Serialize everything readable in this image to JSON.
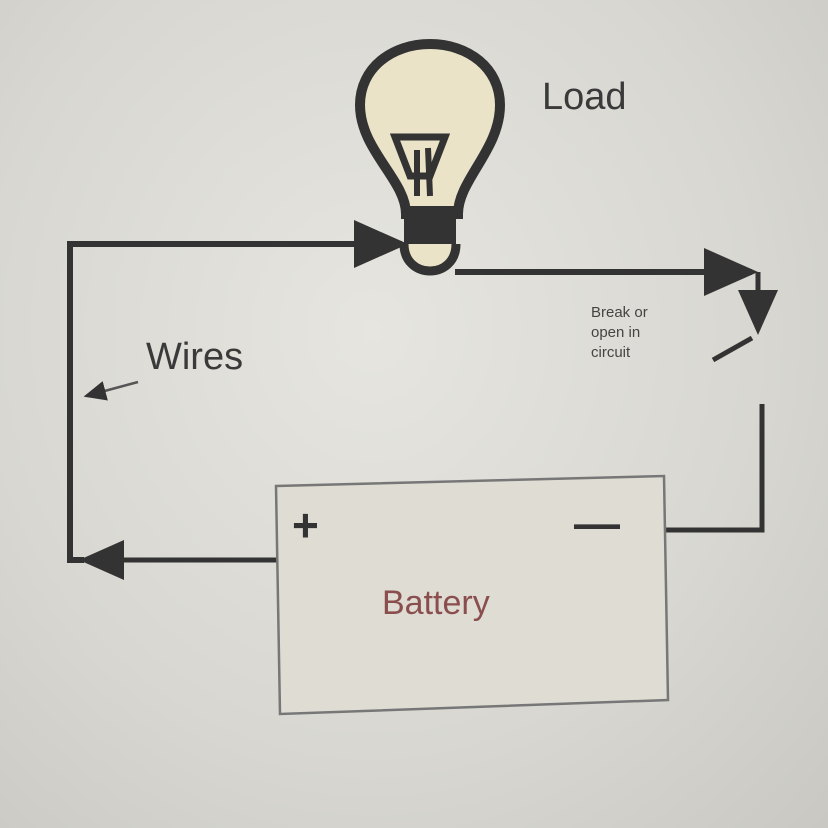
{
  "labels": {
    "load": "Load",
    "wires": "Wires",
    "break": [
      "Break or",
      "open in",
      "circuit"
    ],
    "plus": "+",
    "minus": "—",
    "battery": "Battery"
  },
  "colors": {
    "wire": "#333333",
    "bulb_fill": "#eae3c8",
    "battery_text": "#8a4e4e"
  }
}
